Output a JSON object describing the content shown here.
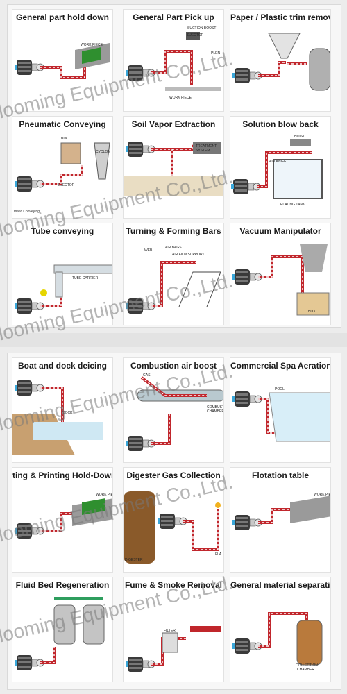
{
  "top_panel": {
    "cells": [
      {
        "title": "General part hold down",
        "labels": [
          "WORK PIECE"
        ]
      },
      {
        "title": "General Part Pick up",
        "labels": [
          "SUCTION BOOST",
          "EJECTOR",
          "PLEN",
          "WORK PIECE"
        ]
      },
      {
        "title": "Paper / Plastic trim remova",
        "labels": []
      },
      {
        "title": "Pneumatic Conveying",
        "labels": [
          "BIN",
          "CYCLON",
          "EJECTOR",
          "matic Conveying"
        ]
      },
      {
        "title": "Soil Vapor Extraction",
        "labels": [
          "TREATMENT",
          "SYSTEM"
        ]
      },
      {
        "title": "Solution blow back",
        "labels": [
          "HOIST",
          "AIR KNIFE",
          "PLATING TANK"
        ]
      },
      {
        "title": "Tube conveying",
        "labels": [
          "TUBE CARRIER"
        ]
      },
      {
        "title": "Turning & Forming Bars",
        "labels": [
          "WEB",
          "AIR BAGS",
          "AIR FILM SUPPORT"
        ]
      },
      {
        "title": "Vacuum Manipulator",
        "labels": [
          "BOX"
        ]
      }
    ]
  },
  "bottom_panel": {
    "cells": [
      {
        "title": "Boat and dock deicing",
        "labels": [
          "DOCK"
        ]
      },
      {
        "title": "Combustion air boost",
        "labels": [
          "GAS",
          "COMBUST",
          "CHAMBER"
        ]
      },
      {
        "title": "Commercial Spa Aeration",
        "labels": [
          "POOL"
        ]
      },
      {
        "title": "ting & Printing Hold-Down T",
        "labels": [
          "WORK PIECE"
        ]
      },
      {
        "title": "Digester Gas Collection",
        "labels": [
          "DIGESTER",
          "FLA"
        ]
      },
      {
        "title": "Flotation table",
        "labels": [
          "WORK PIECE"
        ]
      },
      {
        "title": "Fluid Bed Regeneration",
        "labels": []
      },
      {
        "title": "Fume & Smoke Removal",
        "labels": [
          "FILTER"
        ]
      },
      {
        "title": "General material separation",
        "labels": [
          "COLLECTION",
          "CHAMBER"
        ]
      }
    ]
  },
  "watermark": {
    "text": "Blooming Equipment Co.,Ltd."
  },
  "colors": {
    "pipe": "#c1272d",
    "blower": "#3a3a3a",
    "accent_blue": "#3aa7d9"
  }
}
